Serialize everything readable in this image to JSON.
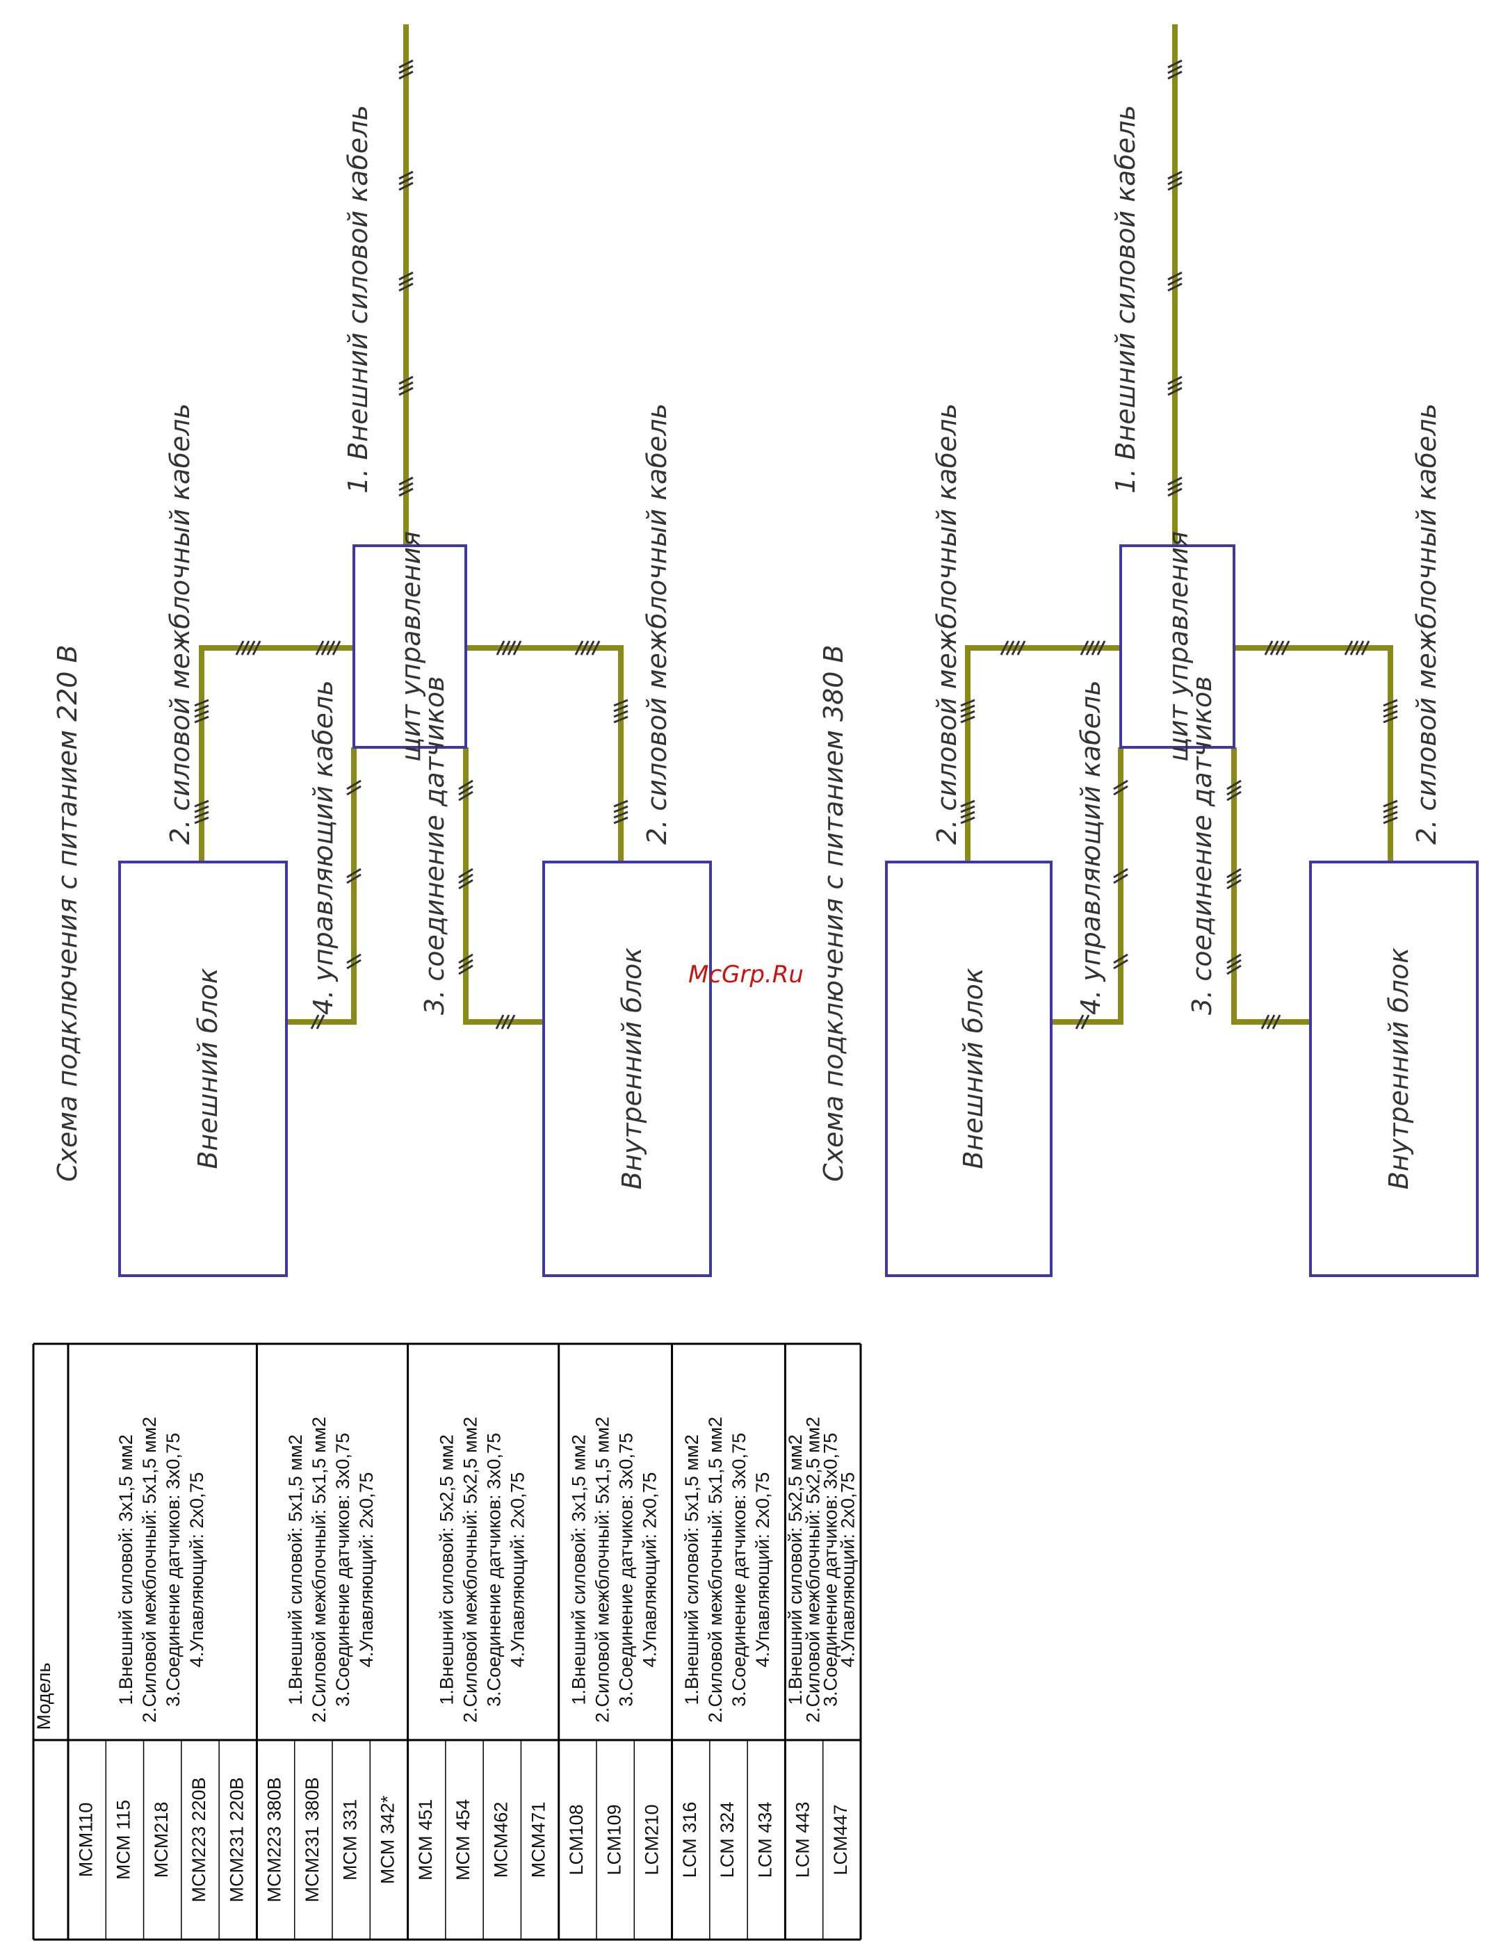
{
  "diagrams": [
    {
      "title": "Схема подключения с питанием 220 В",
      "outdoor_unit": "Внешний блок",
      "indoor_unit": "Внутренний блок",
      "control_panel": "щит управления",
      "cable_1": "1. Внешний силовой кабель",
      "cable_2_left": "2. силовой межблочный кабель",
      "cable_2_right": "2. силовой межблочный кабель",
      "cable_3": "3. соединение датчиков",
      "cable_4": "4. управляющий кабель"
    },
    {
      "title": "Схема подключения с питанием 380 В",
      "outdoor_unit": "Внешний блок",
      "indoor_unit": "Внутренний блок",
      "control_panel": "щит управления",
      "cable_1": "1. Внешний силовой кабель",
      "cable_2_left": "2. силовой межблочный кабель",
      "cable_2_right": "2. силовой межблочный кабель",
      "cable_3": "3. соединение датчиков",
      "cable_4": "4. управляющий кабель"
    }
  ],
  "watermark": "McGrp.Ru",
  "table": {
    "header": "Модель",
    "groups": [
      {
        "models": [
          "MCM110",
          "MCM 115",
          "MCM218",
          "MCM223 220B",
          "MCM231 220B"
        ],
        "spec": [
          "1.Внешний силовой: 3x1,5 мм2",
          "2.Силовой межблочный: 5x1,5 мм2",
          "3.Соединение датчиков: 3x0,75",
          "4.Упавляющий: 2x0,75"
        ]
      },
      {
        "models": [
          "MCM223 380B",
          "MCM231 380B",
          "MCM 331",
          "MCM 342*"
        ],
        "spec": [
          "1.Внешний силовой: 5x1,5 мм2",
          "2.Силовой межблочный: 5x1,5 мм2",
          "3.Соединение датчиков: 3x0,75",
          "4.Упавляющий: 2x0,75"
        ]
      },
      {
        "models": [
          "MCM 451",
          "MCM 454",
          "MCM462",
          "MCM471"
        ],
        "spec": [
          "1.Внешний силовой: 5x2,5 мм2",
          "2.Силовой межблочный: 5x2,5 мм2",
          "3.Соединение датчиков: 3x0,75",
          "4.Упавляющий: 2x0,75"
        ]
      },
      {
        "models": [
          "LCM108",
          "LCM109",
          "LCM210"
        ],
        "spec": [
          "1.Внешний силовой: 3x1,5 мм2",
          "2.Силовой межблочный: 5x1,5 мм2",
          "3.Соединение датчиков: 3x0,75",
          "4.Упавляющий: 2x0,75"
        ]
      },
      {
        "models": [
          "LCM 316",
          "LCM 324",
          "LCM 434"
        ],
        "spec": [
          "1.Внешний силовой: 5x1,5 мм2",
          "2.Силовой межблочный: 5x1,5 мм2",
          "3.Соединение датчиков: 3x0,75",
          "4.Упавляющий: 2x0,75"
        ]
      },
      {
        "models": [
          "LCM 443",
          "LCM447"
        ],
        "spec": [
          "1.Внешний силовой: 5x2,5 мм2",
          "2.Силовой межблочный: 5x2,5 мм2",
          "3.Соединение датчиков: 3x0,75",
          "4.Упавляющий: 2x0,75"
        ]
      }
    ]
  }
}
